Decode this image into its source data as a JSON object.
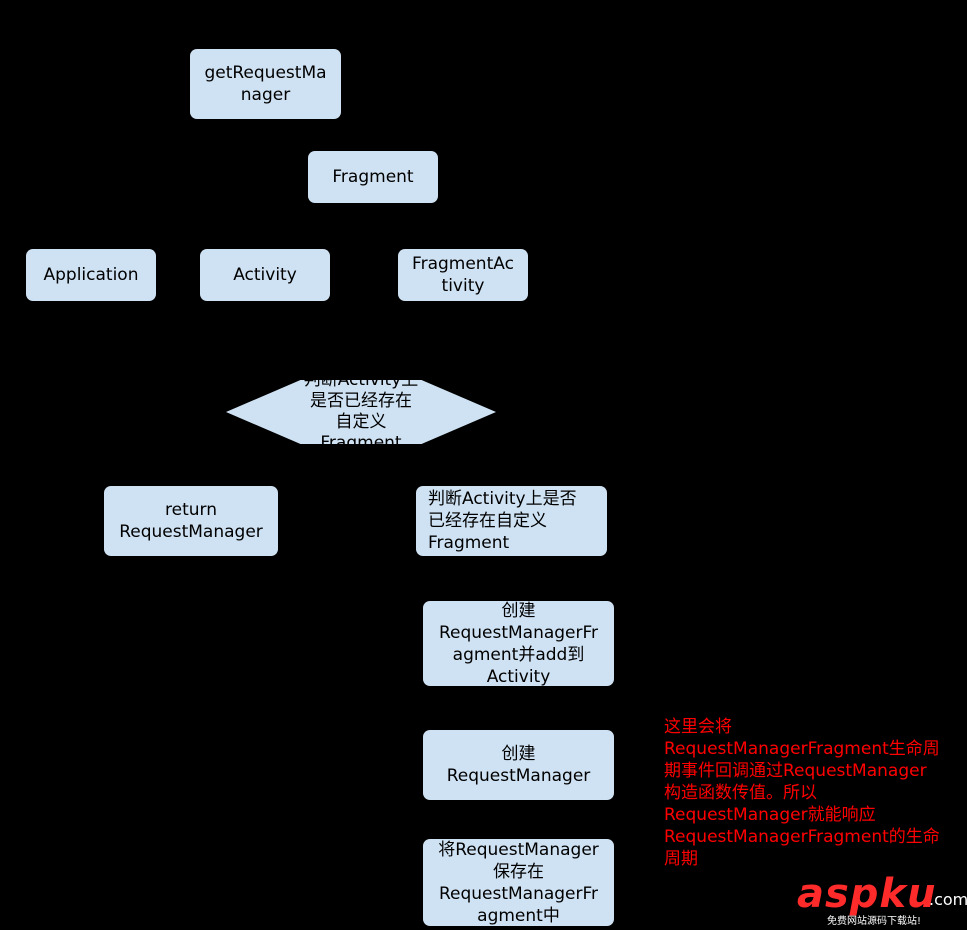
{
  "nodes": {
    "get_request_manager": "getRequestMa\nnager",
    "fragment": "Fragment",
    "application": "Application",
    "activity": "Activity",
    "fragment_activity": "FragmentAc\ntivity",
    "return_request_manager": "return\nRequestManager",
    "check_activity": "判断Activity上是否\n已经存在自定义\nFragment",
    "create_fragment": "创建\nRequestManagerFr\nagment并add到\nActivity",
    "create_request_manager": "创建\nRequestManager",
    "save_request_manager": "将RequestManager\n保存在\nRequestManagerFr\nagment中"
  },
  "decision": {
    "text": "判断Activity上\n是否已经存在\n自定义\nFragment"
  },
  "note": {
    "text": "这里会将\nRequestManagerFragment生命周\n期事件回调通过RequestManager\n构造函数传值。所以\nRequestManager就能响应\nRequestManagerFragment的生命\n周期",
    "color": "#ff0000"
  },
  "watermark": {
    "brand": "aspku",
    "suffix": ".com",
    "tagline": "免费网站源码下载站!"
  },
  "colors": {
    "background": "#000000",
    "node_fill": "#cfe2f3"
  }
}
